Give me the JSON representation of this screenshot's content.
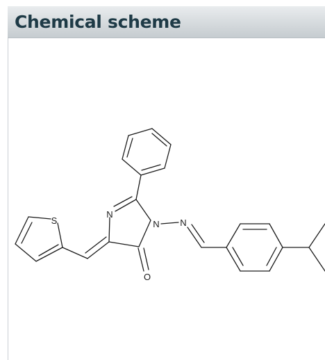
{
  "panel": {
    "title": "Chemical scheme"
  },
  "structure": {
    "atom_labels": {
      "sulfur": "S",
      "ring_nitrogen": "N",
      "amide_nitrogen": "N",
      "imine_nitrogen": "N",
      "oxygen": "O"
    }
  }
}
